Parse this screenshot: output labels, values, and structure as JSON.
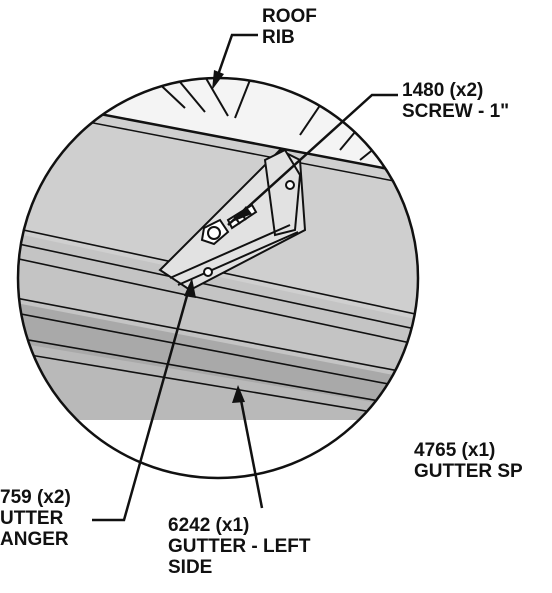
{
  "figure": {
    "callouts": {
      "roof_rib": {
        "line1": "ROOF",
        "line2": "RIB"
      },
      "screw": {
        "line1": "1480 (x2)",
        "line2": "SCREW - 1\""
      },
      "gutter_spout": {
        "line1": "4765 (x1)",
        "line2": "GUTTER SP"
      },
      "gutter_hanger": {
        "line1": "759 (x2)",
        "line2": "UTTER",
        "line3": "ANGER"
      },
      "gutter_left_side": {
        "line1": "6242 (x1)",
        "line2": "GUTTER - LEFT",
        "line3": "SIDE"
      }
    },
    "colors": {
      "ink": "#111111",
      "panel_light": "#d8d8d8",
      "panel_mid": "#bdbdbd",
      "panel_dark": "#a8a8a8",
      "background": "#ffffff"
    }
  }
}
